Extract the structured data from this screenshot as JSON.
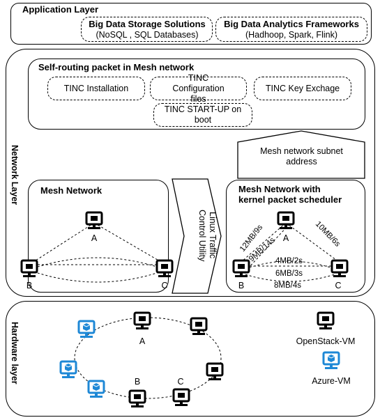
{
  "application_layer": {
    "title": "Application Layer",
    "storage": {
      "title": "Big Data Storage Solutions",
      "subtitle": "(NoSQL , SQL Databases)"
    },
    "analytics": {
      "title": "Big Data Analytics Frameworks",
      "subtitle": "(Hadhoop, Spark, Flink)"
    }
  },
  "network_layer": {
    "label": "Network Layer",
    "mesh_packet": {
      "title": "Self-routing packet in Mesh network",
      "items": [
        "TINC Installation",
        "TINC Configuration files",
        "TINC Key Exchage",
        "TINC START-UP on boot"
      ]
    },
    "subnet_arrow": "Mesh network subnet address",
    "mesh_network": {
      "title": "Mesh Network",
      "nodes": [
        "A",
        "B",
        "C"
      ]
    },
    "traffic_control": "Linux Traffic Control Utility",
    "mesh_scheduler": {
      "title_line1": "Mesh Network  with",
      "title_line2": "kernel packet scheduler",
      "nodes": [
        "A",
        "B",
        "C"
      ],
      "links": [
        "12MB/9s",
        "10MB/6s",
        "9MB/14s",
        "4MB/2s",
        "6MB/3s",
        "8MB/4s"
      ]
    }
  },
  "hardware_layer": {
    "label": "Hardware layer",
    "nodes": [
      "A",
      "B",
      "C"
    ],
    "legend": [
      {
        "label": "OpenStack-VM",
        "icon": "openstack-vm-icon",
        "color": "#000000"
      },
      {
        "label": "Azure-VM",
        "icon": "azure-vm-icon",
        "color": "#1e88d6"
      }
    ]
  }
}
